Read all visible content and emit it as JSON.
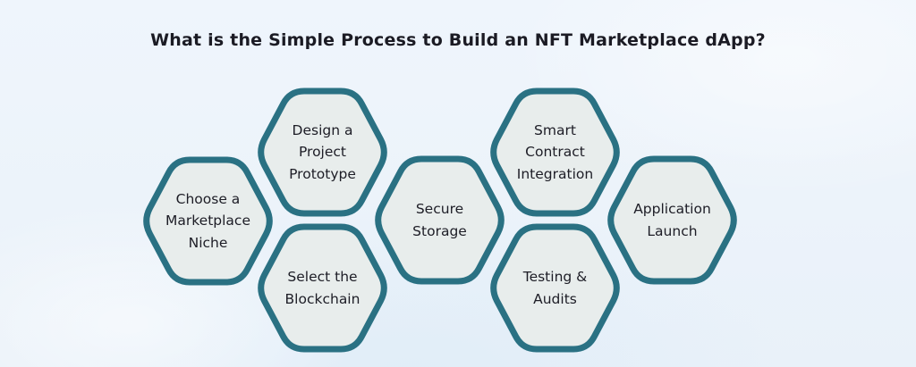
{
  "title": "What is the Simple Process to Build an NFT Marketplace dApp?",
  "colors": {
    "hexagon_border_teal": "#2a7183",
    "hexagon_fill": "#e8edec",
    "background_light_blue": "#edf4fb",
    "text_dark": "#1d1d26"
  },
  "steps": [
    {
      "label": "Choose a\nMarketplace\nNiche"
    },
    {
      "label": "Design a\nProject\nPrototype"
    },
    {
      "label": "Select the\nBlockchain"
    },
    {
      "label": "Secure\nStorage"
    },
    {
      "label": "Smart\nContract\nIntegration"
    },
    {
      "label": "Testing &\nAudits"
    },
    {
      "label": "Application\nLaunch"
    }
  ]
}
